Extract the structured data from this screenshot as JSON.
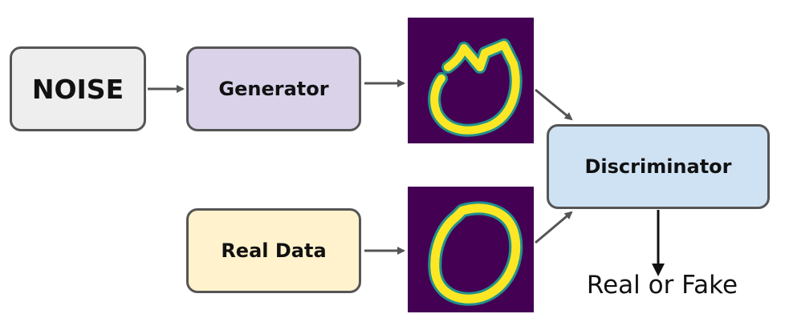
{
  "nodes": {
    "noise": {
      "label": "NOISE"
    },
    "generator": {
      "label": "Generator"
    },
    "real_data": {
      "label": "Real Data"
    },
    "discriminator": {
      "label": "Discriminator"
    }
  },
  "output": {
    "label": "Real or Fake"
  },
  "colors": {
    "noise_bg": "#eeeeee",
    "generator_bg": "#d9d2e9",
    "real_data_bg": "#fff2cc",
    "discriminator_bg": "#cfe2f3",
    "border": "#555555",
    "arrow": "#555555",
    "image_bg": "#440154",
    "digit_yellow": "#fde725",
    "digit_teal": "#21918c"
  }
}
